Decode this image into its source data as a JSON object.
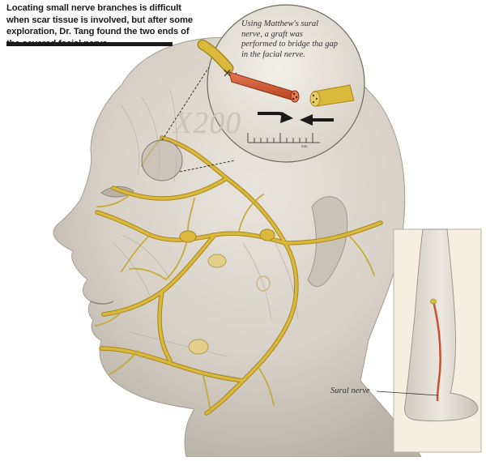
{
  "caption": {
    "text": "Locating small nerve branches is difficult when scar tissue is involved, but after some exploration, Dr. Tang found the two ends of the severed facial nerve."
  },
  "callout": {
    "text": "Using Matthew's sural nerve, a graft was performed to bridge tha gap in the facial nerve.",
    "magnification": "X200",
    "scale_label": "mm"
  },
  "leg_inset": {
    "label": "Sural nerve"
  },
  "colors": {
    "nerve": "#d9b83c",
    "nerve_outline": "#a8871c",
    "graft": "#c9532c",
    "skin": "#d9d4cc",
    "inset_bg": "#f4efdf"
  }
}
